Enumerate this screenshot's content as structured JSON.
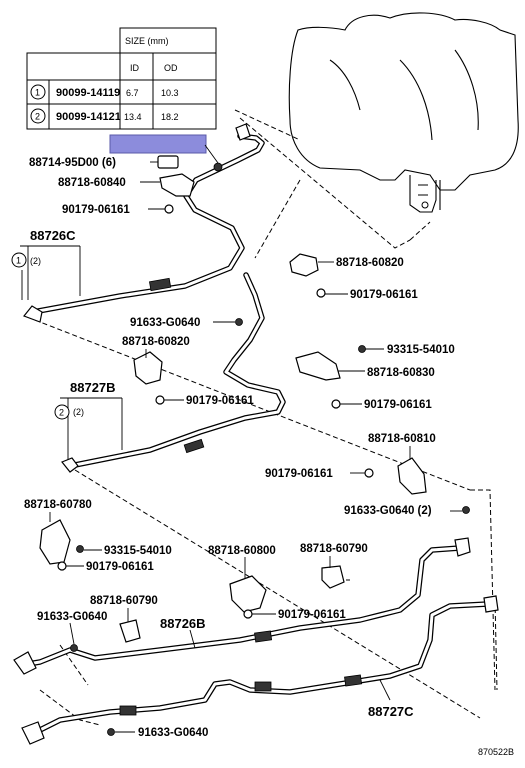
{
  "table": {
    "header_size": "SIZE (mm)",
    "col_id": "ID",
    "col_od": "OD",
    "rows": [
      {
        "no": "1",
        "part": "90099-14119",
        "id": "6.7",
        "od": "10.3"
      },
      {
        "no": "2",
        "part": "90099-14121",
        "id": "13.4",
        "od": "18.2"
      }
    ]
  },
  "labels": {
    "l_88714": "88714-95D00 (6)",
    "l_88718_60840": "88718-60840",
    "l_90179_a": "90179-06161",
    "l_88726c": "88726C",
    "l_note1": "(2)",
    "l_88718_60820_a": "88718-60820",
    "l_90179_b": "90179-06161",
    "l_91633_a": "91633-G0640",
    "l_88718_60820_b": "88718-60820",
    "l_93315_a": "93315-54010",
    "l_88718_60830": "88718-60830",
    "l_88727b": "88727B",
    "l_note2": "(2)",
    "l_90179_c": "90179-06161",
    "l_90179_d": "90179-06161",
    "l_88718_60810": "88718-60810",
    "l_90179_e": "90179-06161",
    "l_88718_60780": "88718-60780",
    "l_91633_b": "91633-G0640 (2)",
    "l_93315_b": "93315-54010",
    "l_90179_f": "90179-06161",
    "l_88718_60800": "88718-60800",
    "l_88718_60790_a": "88718-60790",
    "l_90179_g": "90179-06161",
    "l_88718_60790_b": "88718-60790",
    "l_91633_c": "91633-G0640",
    "l_88726b": "88726B",
    "l_88727c": "88727C",
    "l_91633_d": "91633-G0640",
    "l_code": "870522B"
  },
  "callouts": {
    "c1": "1",
    "c2": "2"
  },
  "highlight_color": "#8c8cdc"
}
